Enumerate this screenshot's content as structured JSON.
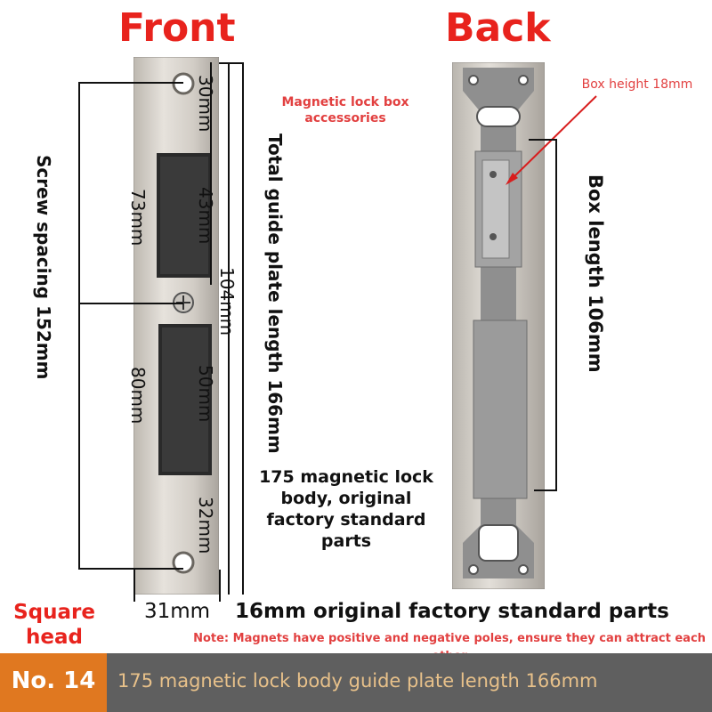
{
  "headings": {
    "front": "Front",
    "back": "Back"
  },
  "front_dims": {
    "top": "30mm",
    "upper_slot": "43mm",
    "upper_slot_span": "73mm",
    "middle": "104mm",
    "lower_slot": "50mm",
    "lower_slot_span": "80mm",
    "bottom": "32mm",
    "width": "31mm",
    "screw_spacing": "Screw spacing 152mm",
    "total_length": "Total guide plate length 166mm"
  },
  "back_dims": {
    "box_height": "Box height 18mm",
    "box_length": "Box length 106mm"
  },
  "notes": {
    "accessories": "Magnetic lock box accessories",
    "body_parts": "175 magnetic lock body, original factory standard parts",
    "standard_parts": "16mm original factory standard parts",
    "magnets": "Note: Magnets have positive and negative poles, ensure they can attract each other",
    "square_head": "Square head"
  },
  "footer": {
    "badge": "No. 14",
    "caption": "175 magnetic lock body guide plate length 166mm"
  },
  "colors": {
    "accent_red": "#e8231d",
    "badge_orange": "#e07820",
    "footer_gray": "#5f5f5f"
  }
}
